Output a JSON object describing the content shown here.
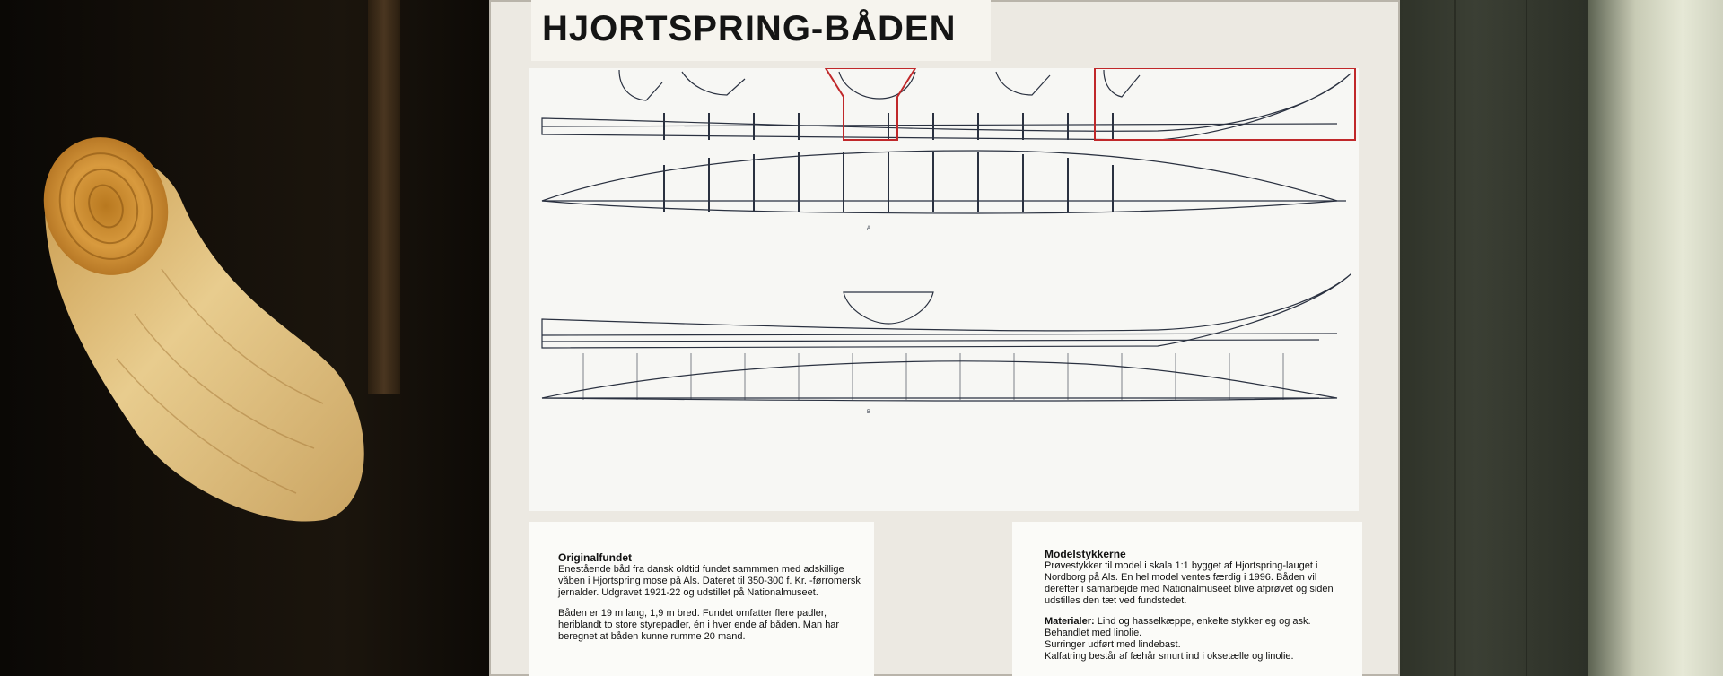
{
  "title": "HJORTSPRING-BÅDEN",
  "left_panel": {
    "heading": "Originalfundet",
    "paragraph1": "Enestående båd fra dansk oldtid fundet sammmen med adskillige våben i Hjortspring mose på Als. Dateret til 350-300 f. Kr. -førromersk jernalder. Udgravet 1921-22 og udstillet på Nationalmuseet.",
    "paragraph2": "Båden er 19 m lang, 1,9 m bred. Fundet omfatter flere padler, heriblandt to store styrepadler, én i hver ende af båden. Man har beregnet at båden kunne rumme 20 mand."
  },
  "right_panel": {
    "heading": "Modelstykkerne",
    "paragraph1": "Prøvestykker til model i skala 1:1 bygget af Hjortspring-lauget i Nordborg på Als. En hel model ventes færdig i 1996. Båden vil derefter i samarbejde med Nationalmuseet blive afprøvet og siden udstilles den tæt ved fundstedet.",
    "materials_label": "Materialer:",
    "materials_text": "Lind og hasselkæppe, enkelte stykker eg og ask. Behandlet med linolie.",
    "line2": "Surringer udført med lindebast.",
    "line3": "Kalfatring består af fæhår smurt ind i oksetælle og linolie."
  },
  "drawing_labels": {
    "a": "A",
    "b": "B"
  },
  "colors": {
    "highlight": "#c0282a",
    "ink": "#2a3140",
    "board": "#ece9e2"
  }
}
